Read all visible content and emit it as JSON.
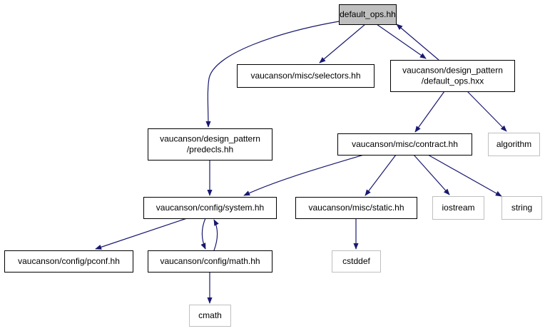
{
  "graph": {
    "colors": {
      "edge": "#191970",
      "node_border": "#000000",
      "node_fill": "#ffffff",
      "external_border": "#bfbfbf",
      "root_fill": "#bfbfbf"
    },
    "nodes": [
      {
        "id": "default_ops_hh",
        "lines": [
          "default_ops.hh"
        ],
        "kind": "root"
      },
      {
        "id": "selectors_hh",
        "lines": [
          "vaucanson/misc/selectors.hh"
        ],
        "kind": "internal"
      },
      {
        "id": "default_ops_hxx",
        "lines": [
          "vaucanson/design_pattern",
          "/default_ops.hxx"
        ],
        "kind": "internal"
      },
      {
        "id": "predecls_hh",
        "lines": [
          "vaucanson/design_pattern",
          "/predecls.hh"
        ],
        "kind": "internal"
      },
      {
        "id": "contract_hh",
        "lines": [
          "vaucanson/misc/contract.hh"
        ],
        "kind": "internal"
      },
      {
        "id": "algorithm",
        "lines": [
          "algorithm"
        ],
        "kind": "external"
      },
      {
        "id": "system_hh",
        "lines": [
          "vaucanson/config/system.hh"
        ],
        "kind": "internal"
      },
      {
        "id": "static_hh",
        "lines": [
          "vaucanson/misc/static.hh"
        ],
        "kind": "internal"
      },
      {
        "id": "iostream",
        "lines": [
          "iostream"
        ],
        "kind": "external"
      },
      {
        "id": "string",
        "lines": [
          "string"
        ],
        "kind": "external"
      },
      {
        "id": "pconf_hh",
        "lines": [
          "vaucanson/config/pconf.hh"
        ],
        "kind": "internal"
      },
      {
        "id": "math_hh",
        "lines": [
          "vaucanson/config/math.hh"
        ],
        "kind": "internal"
      },
      {
        "id": "cstddef",
        "lines": [
          "cstddef"
        ],
        "kind": "external"
      },
      {
        "id": "cmath",
        "lines": [
          "cmath"
        ],
        "kind": "external"
      }
    ],
    "edges": [
      {
        "from": "default_ops_hh",
        "to": "predecls_hh"
      },
      {
        "from": "default_ops_hh",
        "to": "selectors_hh"
      },
      {
        "from": "default_ops_hh",
        "to": "default_ops_hxx"
      },
      {
        "from": "default_ops_hxx",
        "to": "default_ops_hh"
      },
      {
        "from": "default_ops_hxx",
        "to": "contract_hh"
      },
      {
        "from": "default_ops_hxx",
        "to": "algorithm"
      },
      {
        "from": "predecls_hh",
        "to": "system_hh"
      },
      {
        "from": "contract_hh",
        "to": "system_hh"
      },
      {
        "from": "contract_hh",
        "to": "static_hh"
      },
      {
        "from": "contract_hh",
        "to": "iostream"
      },
      {
        "from": "contract_hh",
        "to": "string"
      },
      {
        "from": "system_hh",
        "to": "pconf_hh"
      },
      {
        "from": "system_hh",
        "to": "math_hh"
      },
      {
        "from": "math_hh",
        "to": "system_hh"
      },
      {
        "from": "static_hh",
        "to": "cstddef"
      },
      {
        "from": "math_hh",
        "to": "cmath"
      }
    ]
  }
}
